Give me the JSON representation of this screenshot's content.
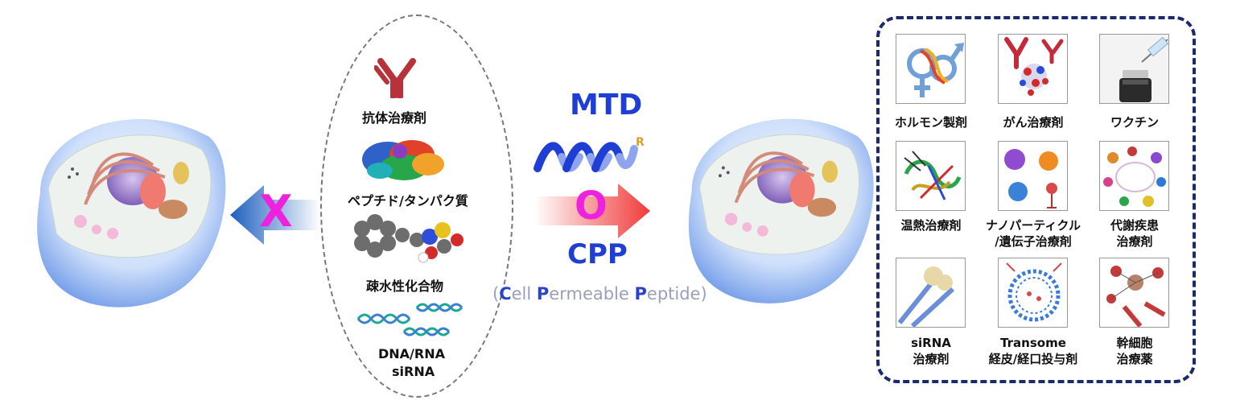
{
  "blocked_mark": "X",
  "permeates_mark": "O",
  "cargo": [
    {
      "icon": "antibody-icon",
      "label": "抗体治療剤"
    },
    {
      "icon": "protein-structure-icon",
      "label": "ペプチド/タンパク質"
    },
    {
      "icon": "molecule-icon",
      "label": "疎水性化合物"
    },
    {
      "icon": "dna-strand-icon",
      "label_line1": "DNA/RNA",
      "label_line2": "siRNA"
    }
  ],
  "mtd_label": "MTD",
  "cpp_label": "CPP",
  "cpp_full": {
    "open": "(",
    "c": "C",
    "ell": "ell ",
    "p1": "P",
    "ermeable": "ermeable ",
    "p2": "P",
    "eptide": "eptide)"
  },
  "applications": [
    {
      "icon": "gender-symbols-icon",
      "line1": "ホルモン製剤",
      "line2": ""
    },
    {
      "icon": "antibody-molecule-icon",
      "line1": "がん治療剤",
      "line2": ""
    },
    {
      "icon": "vaccine-syringe-icon",
      "line1": "ワクチン",
      "line2": ""
    },
    {
      "icon": "protein-ribbon-icon",
      "line1": "温熱治療剤",
      "line2": ""
    },
    {
      "icon": "nanoparticle-virus-icon",
      "line1": "ナノパーティクル",
      "line2": "/遺伝子治療剤"
    },
    {
      "icon": "metabolism-cycle-icon",
      "line1": "代謝疾患",
      "line2": "治療剤"
    },
    {
      "icon": "sirna-helix-icon",
      "line1": "siRNA",
      "line2": "治療剤"
    },
    {
      "icon": "liposome-icon",
      "line1": "Transome",
      "line2": "経皮/経口投与剤"
    },
    {
      "icon": "stem-cell-icon",
      "line1": "幹細胞",
      "line2": "治療薬"
    }
  ],
  "colors": {
    "accent_blue": "#1f3fd4",
    "mark_magenta": "#ee22dd",
    "panel_border": "#1b2a6b",
    "arrow_red": "#f03a3a",
    "arrow_blue": "#1c5fbf"
  }
}
